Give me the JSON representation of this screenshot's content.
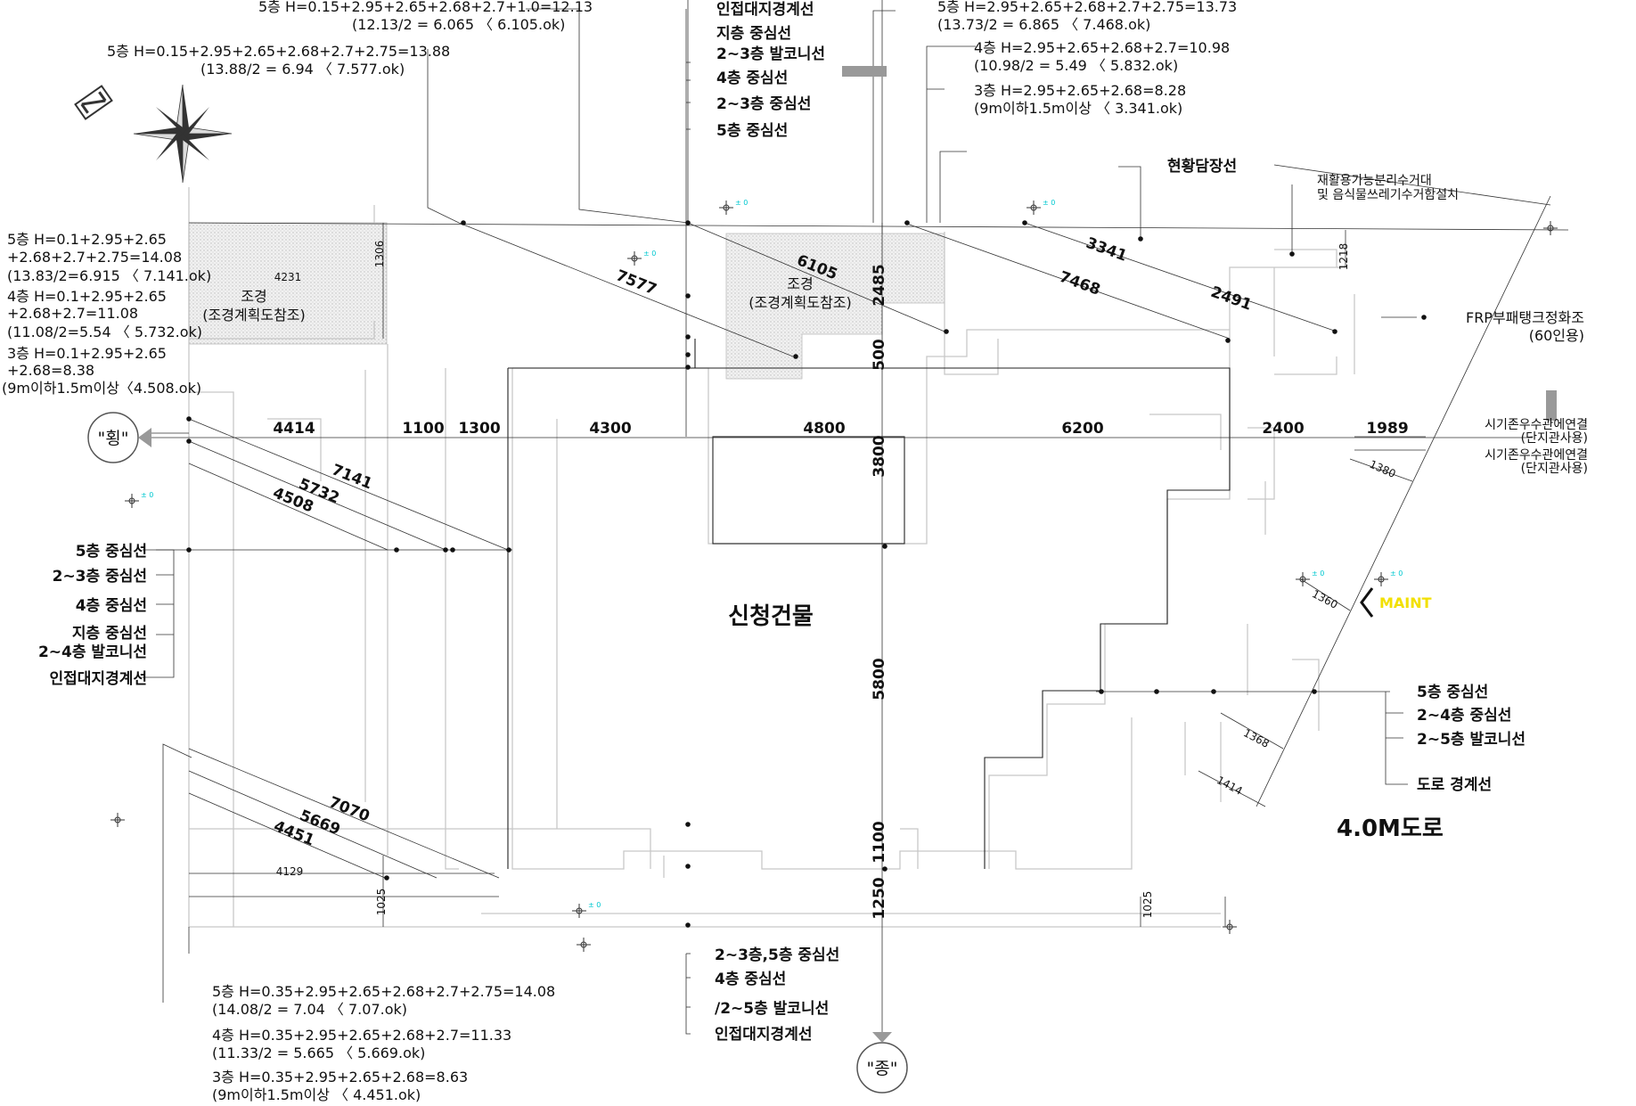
{
  "colors": {
    "background": "#ffffff",
    "lines": "#222222",
    "grey_lines": "#cfcfcf",
    "hatch": "#e6e6e6",
    "cyan_marks": "#00c8d0",
    "main_entrance": "#f2e000"
  },
  "icons": {
    "north_arrow": "compass-rose-icon",
    "level_mark": "level-marker-icon"
  },
  "top_notes": {
    "h5_left_a_1": "5층 H=0.15+2.95+2.65+2.68+2.7+1.0=12.13",
    "h5_left_a_2": "(12.13/2 = 6.065 〈 6.105.ok)",
    "h5_left_b_1": "5층 H=0.15+2.95+2.65+2.68+2.7+2.75=13.88",
    "h5_left_b_2": "(13.88/2 = 6.94 〈 7.577.ok)",
    "h5_right_1": "5층 H=2.95+2.65+2.68+2.7+2.75=13.73",
    "h5_right_2": "(13.73/2 = 6.865 〈 7.468.ok)",
    "h4_right_1": "4층 H=2.95+2.65+2.68+2.7=10.98",
    "h4_right_2": "(10.98/2 = 5.49 〈 5.832.ok)",
    "h3_right_1": "3층 H=2.95+2.65+2.68=8.28",
    "h3_right_2": "(9m이하1.5m이상 〈 3.341.ok)"
  },
  "top_center_labels": [
    "인접대지경계선",
    "지층 중심선",
    "2~3층 발코니선",
    "4층 중심선",
    "2~3층 중심선",
    "5층 중심선"
  ],
  "left_notes": {
    "h5_1": "5층 H=0.1+2.95+2.65",
    "h5_2": "+2.68+2.7+2.75=14.08",
    "h5_3": "(13.83/2=6.915 〈 7.141.ok)",
    "h4_1": "4층 H=0.1+2.95+2.65",
    "h4_2": "+2.68+2.7=11.08",
    "h4_3": "(11.08/2=5.54 〈 5.732.ok)",
    "h3_1": "3층 H=0.1+2.95+2.65",
    "h3_2": "+2.68=8.38",
    "h3_3": "(9m이하1.5m이상〈4.508.ok)"
  },
  "left_labels": [
    "5층 중심선",
    "2~3층 중심선",
    "4층 중심선",
    "지층 중심선",
    "2~4층 발코니선",
    "인접대지경계선"
  ],
  "right_labels": [
    "5층 중심선",
    "2~4층 중심선",
    "2~5층 발코니선",
    "도로 경계선"
  ],
  "bottom_labels": [
    "2~3층,5층 중심선",
    "4층 중심선",
    "/2~5층 발코니선",
    "인접대지경계선"
  ],
  "bottom_notes": {
    "h5_1": "5층 H=0.35+2.95+2.65+2.68+2.7+2.75=14.08",
    "h5_2": "(14.08/2 = 7.04 〈 7.07.ok)",
    "h4_1": "4층 H=0.35+2.95+2.65+2.68+2.7=11.33",
    "h4_2": "(11.33/2 = 5.665 〈 5.669.ok)",
    "h3_1": "3층 H=0.35+2.95+2.65+2.68=8.63",
    "h3_2": "(9m이하1.5m이상 〈 4.451.ok)"
  },
  "horizontal_dims": [
    "4414",
    "1100",
    "1300",
    "4300",
    "4800",
    "6200",
    "2400",
    "1989"
  ],
  "vertical_dims": [
    "2485",
    "500",
    "3800",
    "5800",
    "1100",
    "1250"
  ],
  "diag_dims": {
    "top_left": "7577",
    "top_center": "6105",
    "top_right_a": "7468",
    "top_right_b": "3341",
    "top_right_c": "2491",
    "left_a": "7141",
    "left_b": "5732",
    "left_c": "4508",
    "bottom_a": "7070",
    "bottom_b": "5669",
    "bottom_c": "4451",
    "road_a": "1380",
    "road_b": "1360",
    "road_c": "1368",
    "road_d": "1414"
  },
  "small_dims": {
    "tl_width": "4231",
    "tl_height": "1306",
    "tr_height": "1218",
    "bl_width": "4129",
    "bl_height": "1025",
    "br_height": "1025"
  },
  "landscape": {
    "label": "조경",
    "note": "(조경계획도참조)"
  },
  "building_label": "신청건물",
  "road_label": "4.0M도로",
  "gate_label": "현황담장선",
  "recycle_1": "재활용가능분리수거대",
  "recycle_2": "및 음식물쓰레기수거함설치",
  "septic_1": "FRP부패탱크정화조",
  "septic_2": "(60인용)",
  "sewer_1": "시기존우수관에연결",
  "sewer_2": "(단지관사용)",
  "sewer_3": "시기존우수관에연결",
  "sewer_4": "(단지관사용)",
  "section_transverse": "\"횡\"",
  "section_longitudinal": "\"종\"",
  "main_entrance": "MAINT",
  "level_tag": "± 0"
}
